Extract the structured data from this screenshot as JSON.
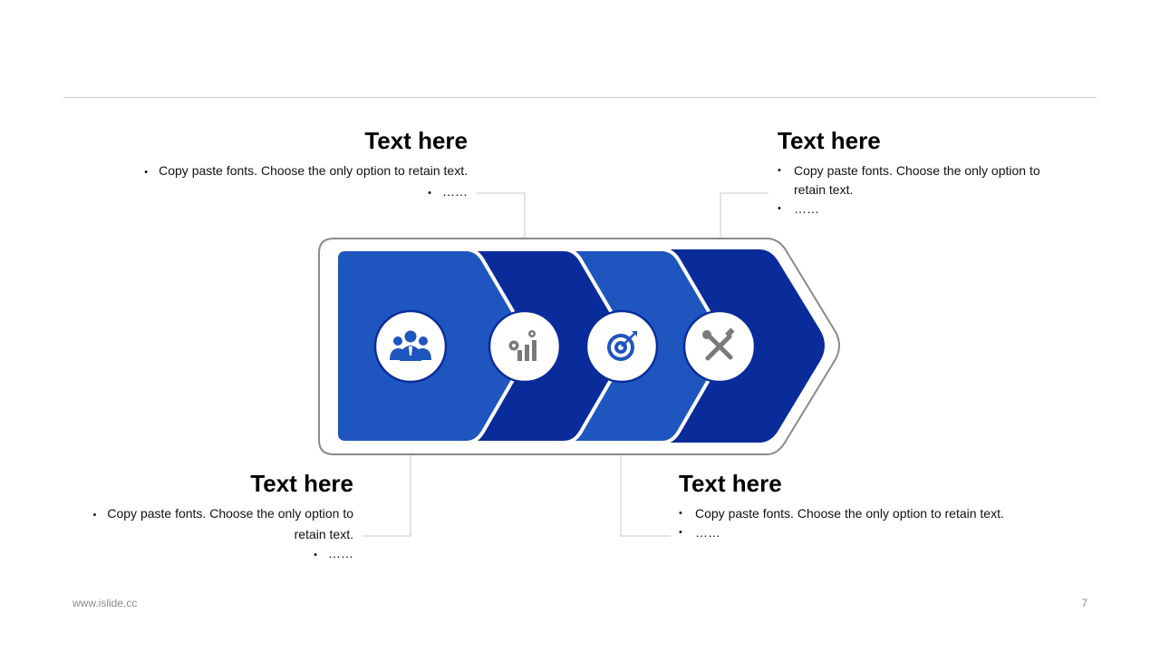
{
  "blocks": [
    {
      "title": "Text here",
      "bullet1": "Copy paste fonts. Choose the only option to retain text.",
      "bullet2": "……"
    },
    {
      "title": "Text here",
      "bullet1": "Copy paste fonts. Choose the only option to retain text.",
      "bullet2": "……"
    },
    {
      "title": "Text here",
      "bullet1": "Copy paste fonts. Choose the only option to retain text.",
      "bullet2": "……"
    },
    {
      "title": "Text here",
      "bullet1": "Copy paste fonts. Choose the only option to retain text.",
      "bullet2": "……"
    }
  ],
  "steps": [
    {
      "icon": "people-group-icon",
      "color": "#1f55be"
    },
    {
      "icon": "gears-chart-icon",
      "color": "#0a2b9a"
    },
    {
      "icon": "target-icon",
      "color": "#1f55be"
    },
    {
      "icon": "tools-icon",
      "color": "#0a2b9a"
    }
  ],
  "colors": {
    "light_blue": "#1f55be",
    "dark_blue": "#0a2b9a",
    "icon_blue": "#1f55be",
    "icon_gray": "#7a7a7a",
    "outline": "#8a8a8a"
  },
  "footer": {
    "url": "www.islide.cc",
    "page": "7"
  }
}
